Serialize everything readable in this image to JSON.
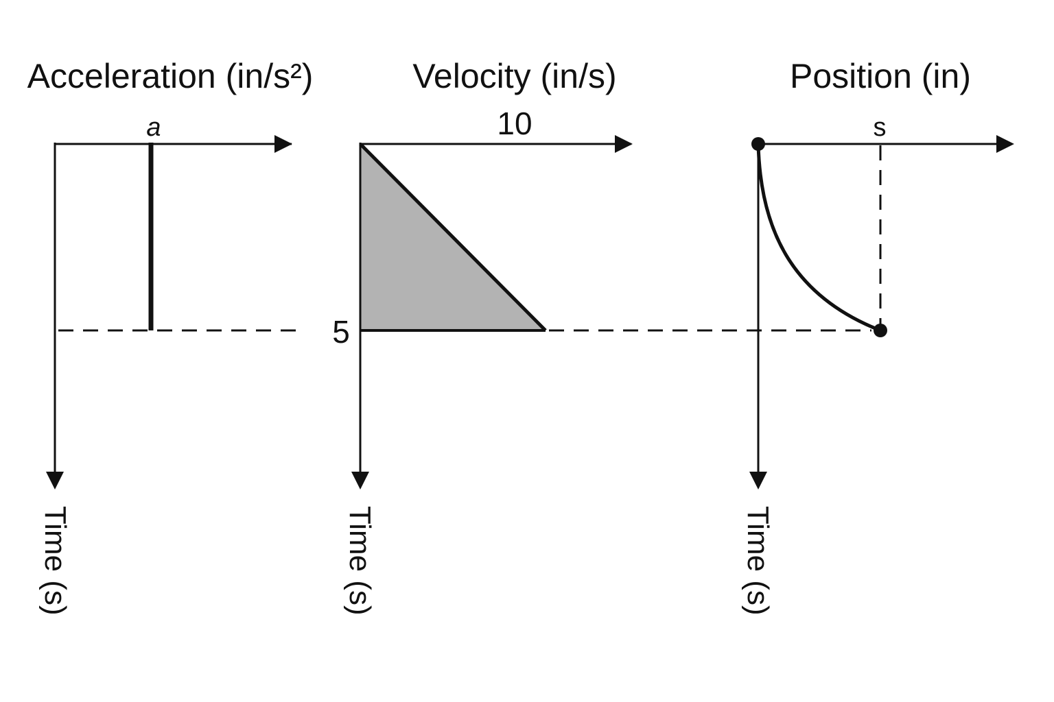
{
  "panels": {
    "acceleration": {
      "title": "Acceleration (in/s²)",
      "axis_label": "Time (s)",
      "variable_label": "a"
    },
    "velocity": {
      "title": "Velocity (in/s)",
      "axis_label": "Time (s)",
      "max_label": "10",
      "time_label": "5"
    },
    "position": {
      "title": "Position (in)",
      "axis_label": "Time (s)",
      "variable_label": "s"
    }
  },
  "colors": {
    "ink": "#111111",
    "triangle_fill": "#b3b3b3"
  }
}
